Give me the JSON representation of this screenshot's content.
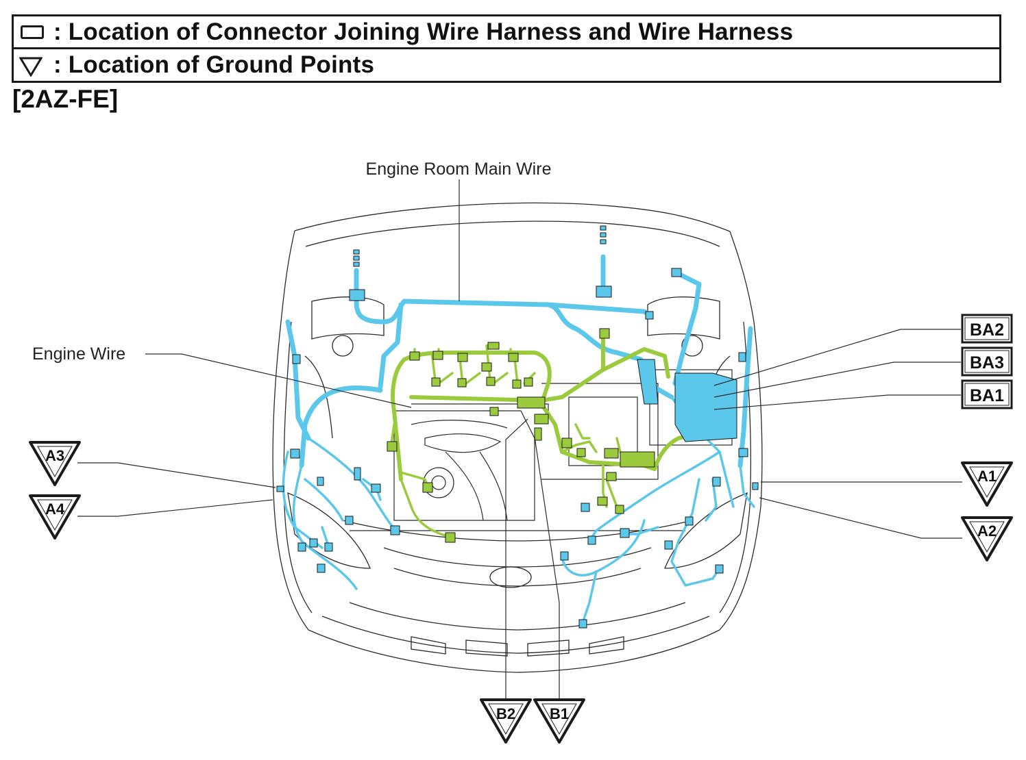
{
  "legend": {
    "connector": {
      "icon": "rectangle-icon",
      "text": ": Location of Connector Joining Wire Harness and Wire Harness"
    },
    "ground": {
      "icon": "triangle-down-icon",
      "text": ": Location of Ground Points"
    }
  },
  "engine_code": "[2AZ-FE]",
  "harnesses": {
    "engine_room_main_wire": "Engine Room Main Wire",
    "engine_wire": "Engine Wire"
  },
  "colors": {
    "engine_room_main_wire": "#5bc7ea",
    "engine_wire": "#9bcb3c",
    "outline": "#1a1a1a"
  },
  "connectors": [
    "BA2",
    "BA3",
    "BA1"
  ],
  "ground_points": {
    "left": [
      "A3",
      "A4"
    ],
    "right": [
      "A1",
      "A2"
    ],
    "bottom": [
      "B2",
      "B1"
    ]
  }
}
